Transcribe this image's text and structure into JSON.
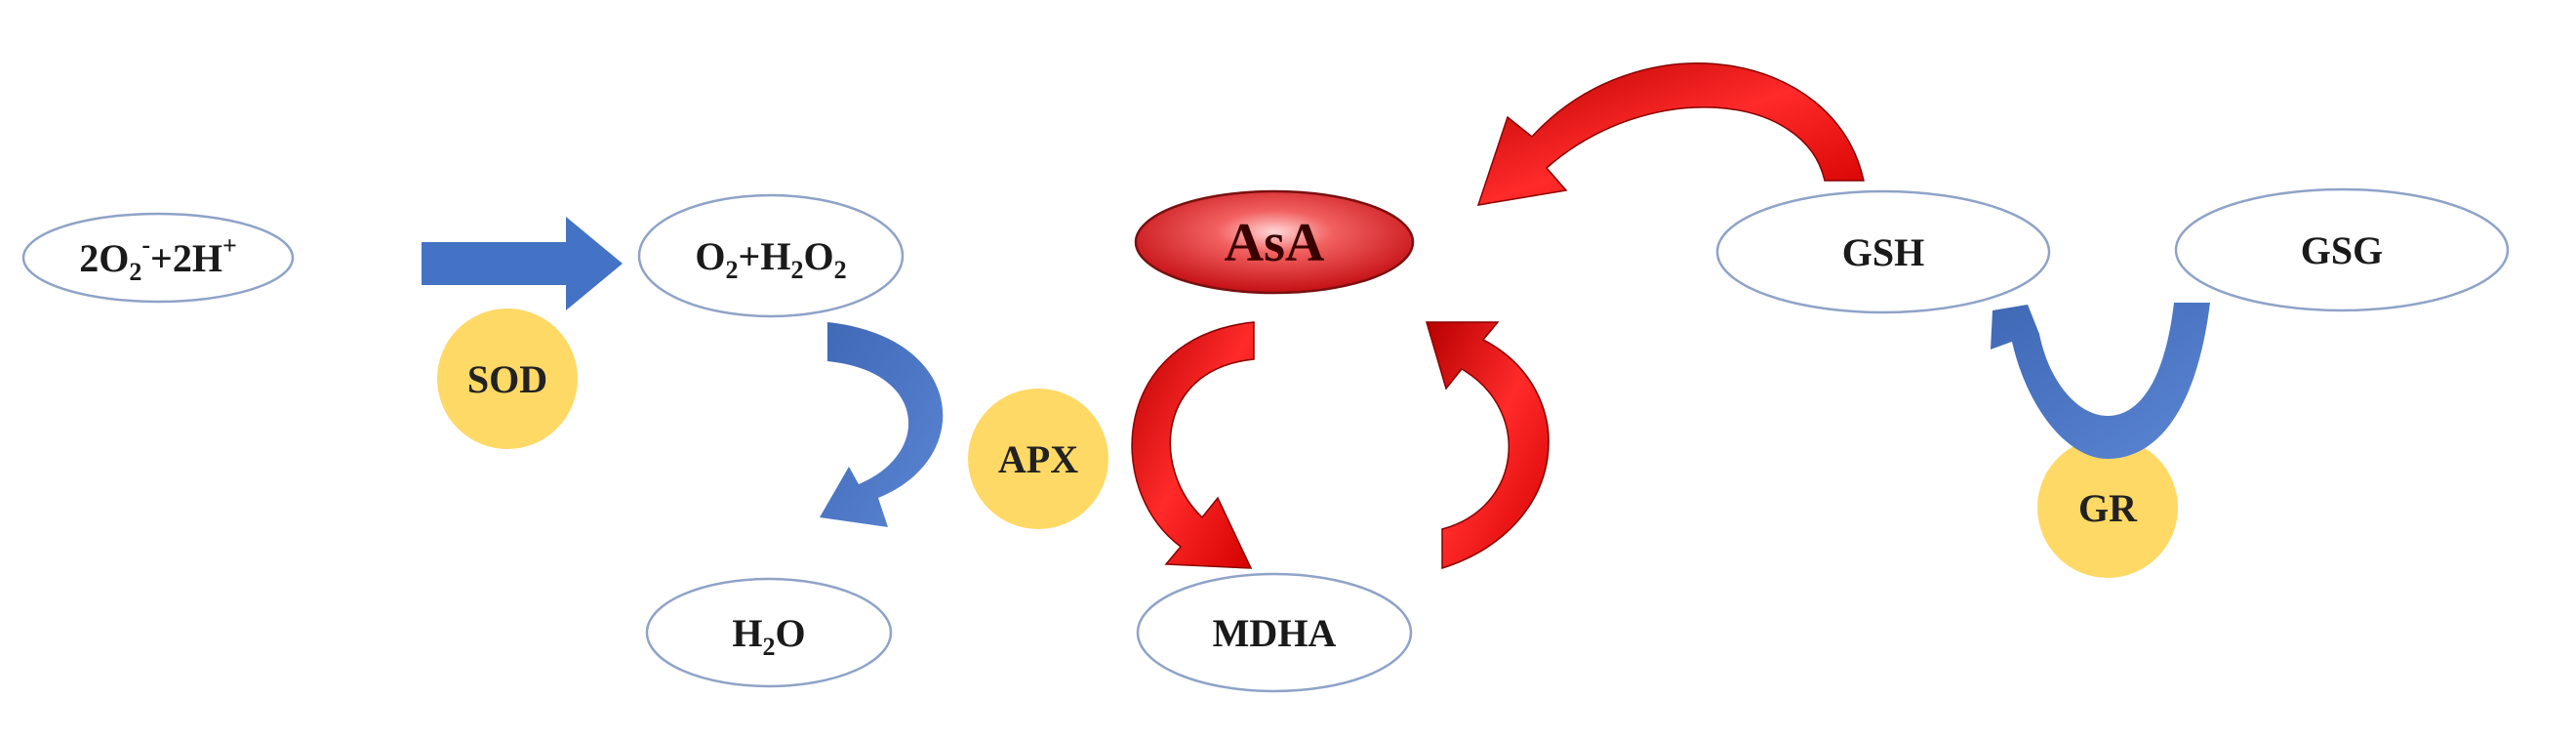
{
  "nodes": {
    "superoxide": {
      "base": "2O",
      "sub": "2",
      "sup": "-",
      "rest": "+2H",
      "rest_sup": "+"
    },
    "o2_h2o2": {
      "a": "O",
      "a_sub": "2",
      "b": "+H",
      "b_sub": "2",
      "c": "O",
      "c_sub": "2"
    },
    "water": {
      "a": "H",
      "a_sub": "2",
      "b": "O"
    },
    "asa": "AsA",
    "mdha": "MDHA",
    "gsh": "GSH",
    "gsg": "GSG"
  },
  "enzymes": {
    "sod": "SOD",
    "apx": "APX",
    "gr": "GR"
  },
  "colors": {
    "blue_arrow": "#4472C4",
    "red_arrow": "#E21A1A",
    "enzyme_circle": "#FFD966",
    "node_stroke": "#8FA3C8",
    "asa_fill": "#E0161C"
  }
}
